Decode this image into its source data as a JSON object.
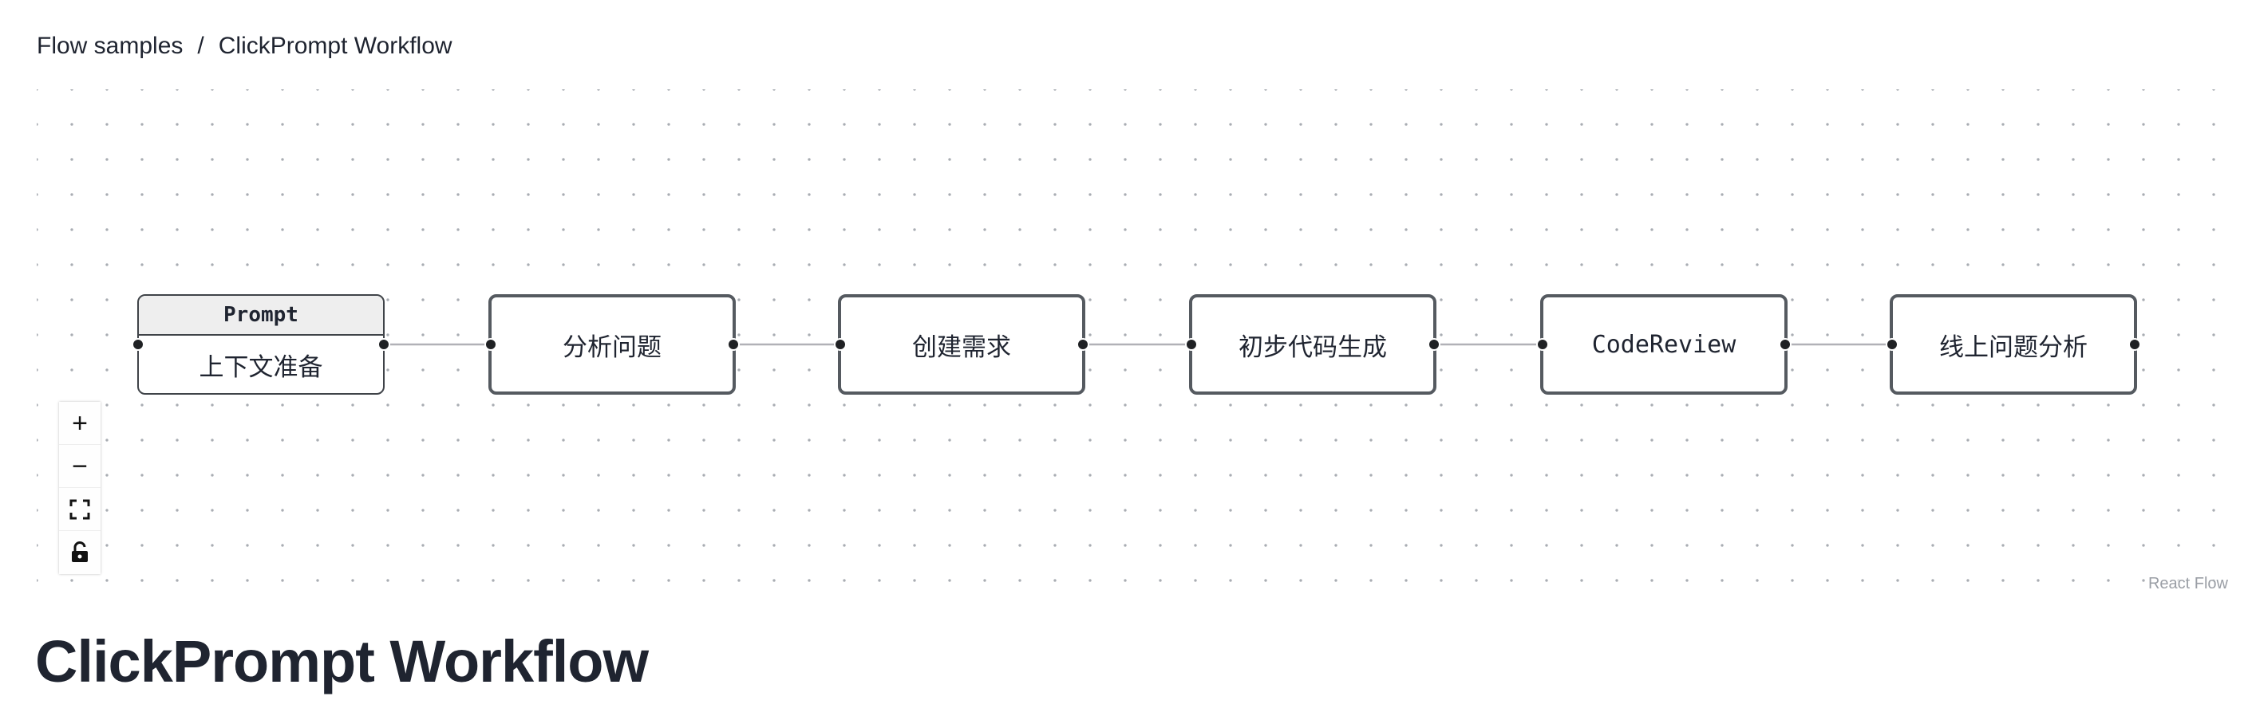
{
  "breadcrumb": {
    "items": [
      "Flow samples",
      "ClickPrompt Workflow"
    ],
    "separator": "/"
  },
  "flow": {
    "prompt_node": {
      "header": "Prompt",
      "label": "上下文准备"
    },
    "nodes": [
      {
        "label": "分析问题"
      },
      {
        "label": "创建需求"
      },
      {
        "label": "初步代码生成"
      },
      {
        "label": "CodeReview"
      },
      {
        "label": "线上问题分析"
      }
    ],
    "controls": {
      "zoom_in": "+",
      "zoom_out": "−",
      "fit_view": "⛶",
      "lock": "🔓"
    },
    "attribution": "React Flow",
    "colors": {
      "node_border": "#555a60",
      "edge": "#b1b1b7",
      "handle": "#1f2124",
      "dot": "#a9adb3"
    }
  },
  "page": {
    "title": "ClickPrompt Workflow"
  }
}
